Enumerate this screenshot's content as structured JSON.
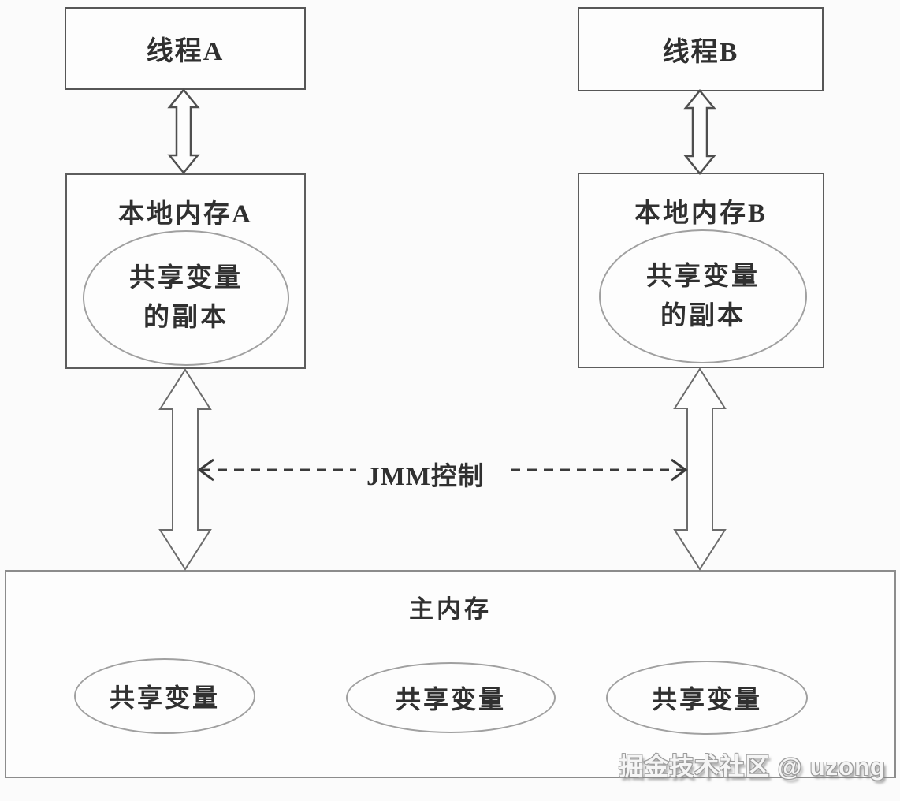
{
  "diagram": {
    "thread_a_label": "线程A",
    "thread_b_label": "线程B",
    "local_memory_a_title": "本地内存A",
    "local_memory_b_title": "本地内存B",
    "shared_copy_line1": "共享变量",
    "shared_copy_line2": "的副本",
    "jmm_control_label": "JMM控制",
    "main_memory_title": "主内存",
    "main_shared_vars": [
      "共享变量",
      "共享变量",
      "共享变量"
    ],
    "watermark": "掘金技术社区 @ uzong"
  },
  "colors": {
    "background": "#fbfbfb",
    "thread_box_border": "#565656",
    "main_box_border": "#8c8c8c",
    "ellipse_border": "#a0a0a0",
    "small_arrow_stroke": "#4f4f4f",
    "large_arrow_stroke": "#6b6b6b",
    "dashed_arrow_stroke": "#3a3a3a",
    "text": "#303030",
    "watermark_fill": "#f5f5f5",
    "watermark_outline": "#9c9c9c"
  }
}
